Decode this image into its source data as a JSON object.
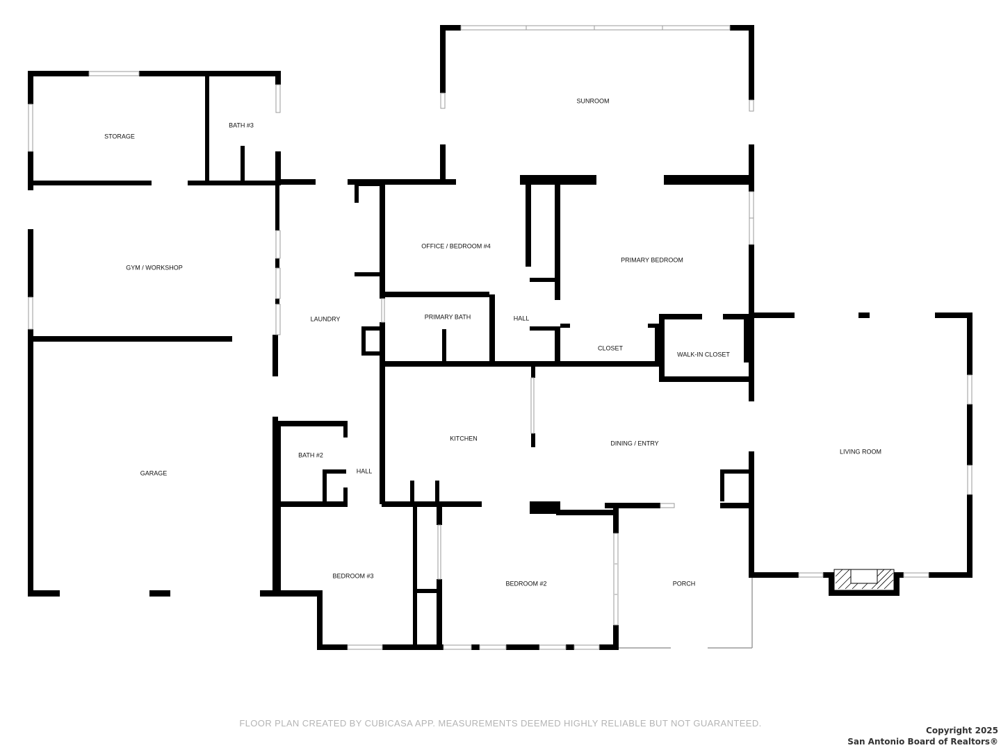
{
  "rooms": {
    "storage": "STORAGE",
    "bath3": "BATH #3",
    "sunroom": "SUNROOM",
    "gym": "GYM / WORKSHOP",
    "laundry": "LAUNDRY",
    "office": "OFFICE / BEDROOM #4",
    "primary_bedroom": "PRIMARY BEDROOM",
    "primary_bath": "PRIMARY BATH",
    "hall_upper": "HALL",
    "closet": "CLOSET",
    "walkin_closet": "WALK-IN CLOSET",
    "garage": "GARAGE",
    "kitchen": "KITCHEN",
    "dining": "DINING / ENTRY",
    "living": "LIVING ROOM",
    "bath2": "BATH #2",
    "hall_lower": "HALL",
    "bedroom3": "BEDROOM #3",
    "bedroom2": "BEDROOM #2",
    "porch": "PORCH"
  },
  "footer": {
    "note": "FLOOR PLAN CREATED BY CUBICASA APP. MEASUREMENTS DEEMED HIGHLY RELIABLE BUT NOT GUARANTEED.",
    "copyright_line1": "Copyright 2025",
    "copyright_line2": "San Antonio Board of Realtors®"
  },
  "colors": {
    "wall": "#000000",
    "window": "#9a9a9a",
    "background": "#ffffff"
  }
}
